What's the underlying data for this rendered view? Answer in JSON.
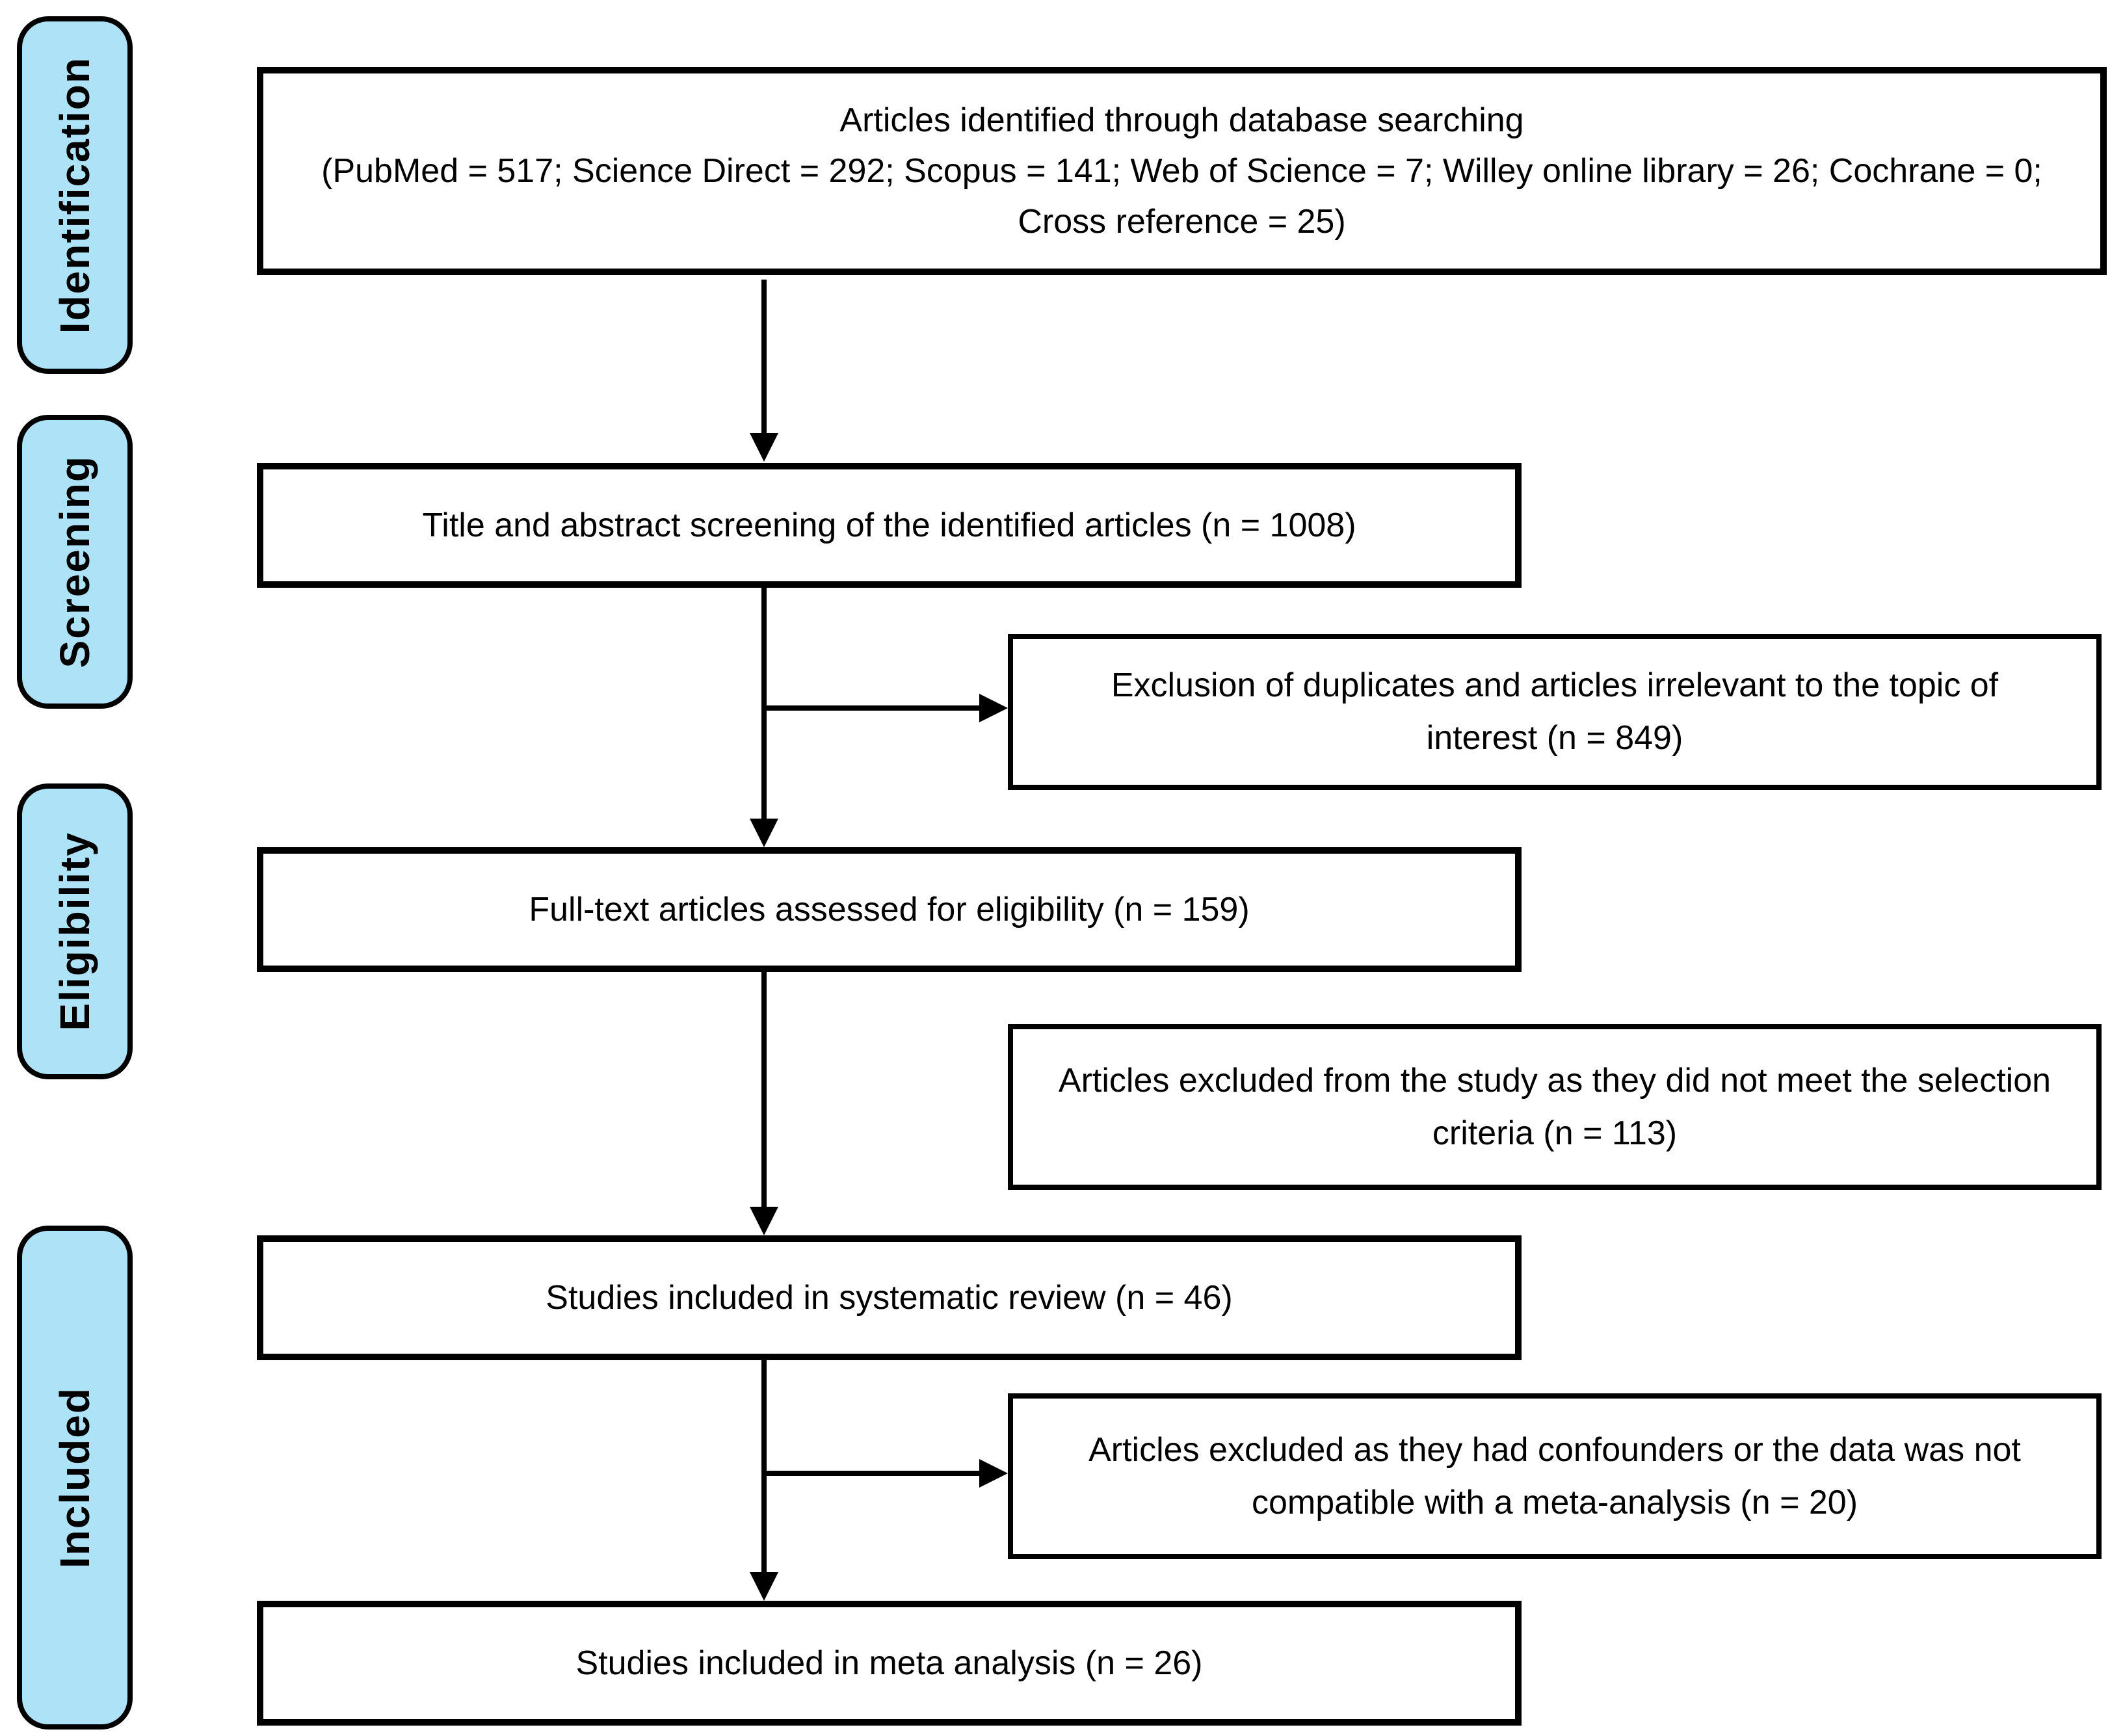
{
  "colors": {
    "stage_fill": "#aee3f7",
    "line_color": "#000000",
    "box_fill": "#ffffff",
    "page_bg": "#ffffff"
  },
  "stages": [
    {
      "label": "Identification"
    },
    {
      "label": "Screening"
    },
    {
      "label": "Eligibility"
    },
    {
      "label": "Included"
    }
  ],
  "flow": {
    "identified": {
      "line1": "Articles identified through database searching",
      "line2": "(PubMed = 517; Science Direct = 292; Scopus = 141; Web of Science = 7; Willey online library = 26; Cochrane = 0; Cross reference = 25)"
    },
    "screening": {
      "text": "Title and abstract screening of the identified articles (n = 1008)"
    },
    "eligibility": {
      "text": "Full-text articles assessed for eligibility (n = 159)"
    },
    "systematic_review": {
      "text": "Studies included in systematic review (n = 46)"
    },
    "meta_analysis": {
      "text": "Studies included in meta analysis (n = 26)"
    }
  },
  "exclusions": [
    {
      "text": "Exclusion of duplicates and articles irrelevant to the topic of interest (n = 849)"
    },
    {
      "text": "Articles excluded from the study as they did not meet the selection criteria (n = 113)"
    },
    {
      "text": "Articles excluded as they had confounders or the data was not compatible with a meta-analysis (n = 20)"
    }
  ]
}
